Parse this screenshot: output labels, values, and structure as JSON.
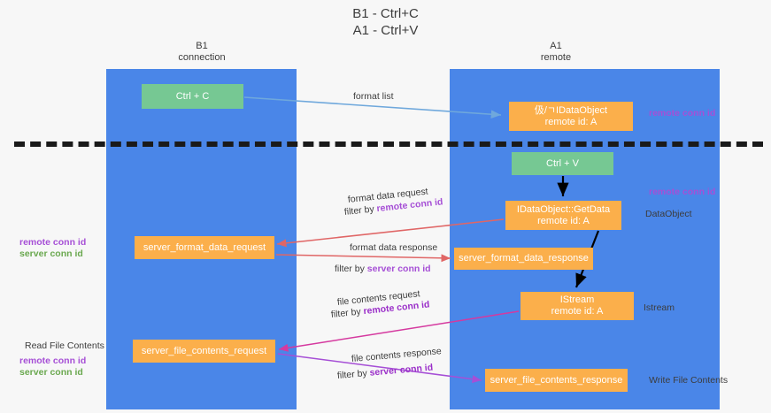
{
  "diagram": {
    "title_line1": "B1 - Ctrl+C",
    "title_line2": "A1 - Ctrl+V",
    "lanes": [
      {
        "name": "B1",
        "role": "connection"
      },
      {
        "name": "A1",
        "role": "remote"
      }
    ],
    "colors": {
      "lane": "#4a86e8",
      "green_box": "#76c893",
      "orange_box": "#fbaf4b",
      "purple_text": "#a64fd6",
      "green_text": "#6aa84f",
      "blue_arrow": "#6fa8dc",
      "red_arrow": "#e06666",
      "magenta_arrow": "#d5399f",
      "violet_arrow": "#a64fd6",
      "black_arrow": "#000000",
      "divider": "#1a1a1a"
    },
    "boxes": {
      "ctrl_c": "Ctrl + C",
      "idataobject_line1": "伋/ㄱIDataObject",
      "idataobject_line2": "remote id: A",
      "ctrl_v": "Ctrl + V",
      "getdata_line1": "IDataObject::GetData",
      "getdata_line2": "remote id: A",
      "server_format_data_request": "server_format_data_request",
      "server_format_data_response": "server_format_data_response",
      "istream_line1": "IStream",
      "istream_line2": "remote id: A",
      "server_file_contents_request": "server_file_contents_request",
      "server_file_contents_response": "server_file_contents_response"
    },
    "edge_labels": {
      "format_list": "format list",
      "format_data_request": "format data request",
      "format_data_request_filter_prefix": "filter by ",
      "format_data_request_filter_key": "remote conn id",
      "format_data_response": "format data response",
      "format_data_response_filter_prefix": "filter by ",
      "format_data_response_filter_key": "server conn id",
      "file_contents_request": "file contents request",
      "file_contents_request_filter_prefix": "filter by ",
      "file_contents_request_filter_key": "remote conn id",
      "file_contents_response": "file contents response",
      "file_contents_response_filter_prefix": "filter by ",
      "file_contents_response_filter_key": "server conn id"
    },
    "annotations": {
      "right_remote_conn_id_top": "remote conn id",
      "right_remote_conn_id_mid": "remote conn id",
      "right_dataobject": "DataObject",
      "right_istream": "Istream",
      "right_write_file_contents": "Write File Contents",
      "left_remote_conn_id_mid": "remote conn id",
      "left_server_conn_id_mid": "server conn id",
      "left_read_file_contents": "Read File Contents",
      "left_remote_conn_id_bottom": "remote conn id",
      "left_server_conn_id_bottom": "server conn id"
    }
  }
}
